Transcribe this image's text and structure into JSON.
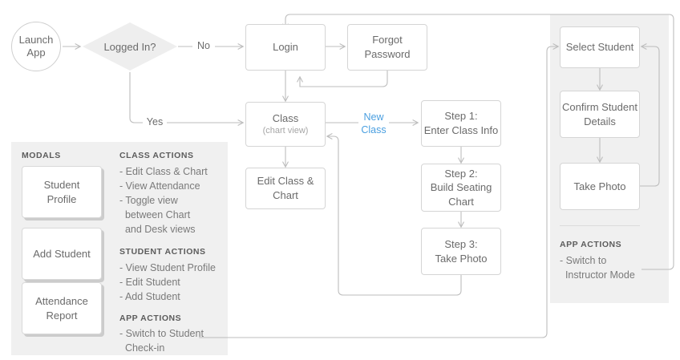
{
  "diagram": {
    "title": "App flow diagram",
    "accent_blue": "#4a9fe0",
    "panel_bg": "#f0f0f0",
    "node_border": "#d5d5d5",
    "line_color": "#bdbdbd"
  },
  "nodes": {
    "launch_app": "Launch\nApp",
    "logged_in": "Logged In?",
    "login": "Login",
    "forgot_password": "Forgot Password",
    "class_main": "Class",
    "class_main_sub": "(chart view)",
    "edit_class_chart": "Edit Class & Chart",
    "step1_l1": "Step 1:",
    "step1_l2": "Enter Class Info",
    "step2_l1": "Step 2:",
    "step2_l2": "Build Seating",
    "step2_l3": "Chart",
    "step3_l1": "Step 3:",
    "step3_l2": "Take Photo",
    "select_student": "Select Student",
    "confirm_student_l1": "Confirm Student",
    "confirm_student_l2": "Details",
    "take_photo": "Take Photo"
  },
  "edge_labels": {
    "no": "No",
    "yes": "Yes",
    "new_class_l1": "New",
    "new_class_l2": "Class"
  },
  "modals_panel": {
    "heading": "MODALS",
    "cards": [
      {
        "l1": "Student",
        "l2": "Profile"
      },
      {
        "l1": "Add Student",
        "l2": ""
      },
      {
        "l1": "Attendance",
        "l2": "Report"
      }
    ]
  },
  "actions_panel": {
    "class_actions": {
      "heading": "CLASS ACTIONS",
      "items": [
        "- Edit Class & Chart",
        "- View Attendance",
        "- Toggle view",
        "  between Chart",
        "  and Desk views"
      ]
    },
    "student_actions": {
      "heading": "STUDENT ACTIONS",
      "items": [
        "- View Student Profile",
        "- Edit Student",
        "- Add Student"
      ]
    },
    "app_actions": {
      "heading": "APP ACTIONS",
      "items": [
        "- Switch to Student",
        "  Check-in"
      ]
    }
  },
  "checkin_panel": {
    "app_actions": {
      "heading": "APP ACTIONS",
      "items": [
        "- Switch to",
        "  Instructor Mode"
      ]
    }
  }
}
